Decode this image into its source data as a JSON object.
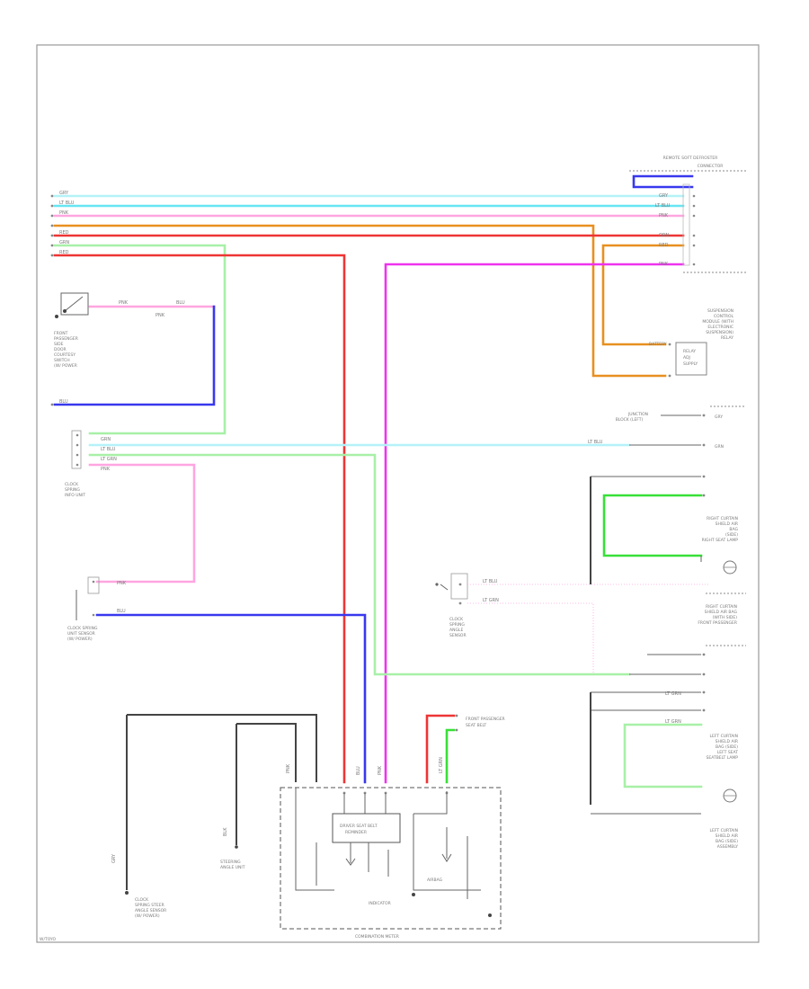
{
  "page_code": "W/TOYO",
  "bottom_caption": "COMBINATION METER",
  "colors": {
    "cyan": "#66e6f2",
    "light_cyan": "#b4f2f8",
    "magenta": "#ee33ee",
    "pink": "#ffa5e0",
    "red": "#ee3535",
    "orange": "#e89020",
    "green": "#38e038",
    "light_green": "#a8f0a8",
    "blue": "#3838ee",
    "frame": "#888888"
  },
  "components": [
    {
      "name": "upper-right-connector",
      "lines": [
        "REMOTE SOFT DEFROSTER",
        "CONNECTOR"
      ]
    },
    {
      "name": "door-switch",
      "lines": [
        "FRONT",
        "PASSENGER",
        "SIDE",
        "DOOR",
        "COURTESY",
        "SWITCH",
        "(W/ POWER"
      ]
    },
    {
      "name": "relay-module",
      "lines": [
        "SUSPENSION",
        "CONTROL",
        "MODULE (WITH",
        "ELECTRONIC",
        "SUSPENSION)",
        "RELAY",
        "BATTERY"
      ]
    },
    {
      "name": "relay-module-sub",
      "lines": [
        "RELAY",
        "ADJ",
        "SUPPLY"
      ]
    },
    {
      "name": "upper-splice",
      "lines": [
        "JUNCTION",
        "BLOCK (LEFT)"
      ]
    },
    {
      "name": "left-connector-a",
      "lines": [
        "CLOCK",
        "SPRING",
        "INFO UNIT"
      ]
    },
    {
      "name": "right-lamp-upper",
      "lines": [
        "RIGHT CURTAIN",
        "SHIELD AIR",
        "BAG",
        "(SIDE)",
        "RIGHT SEAT LAMP"
      ]
    },
    {
      "name": "center-sensor",
      "lines": [
        "CLOCK",
        "SPRING",
        "ANGLE",
        "SENSOR"
      ]
    },
    {
      "name": "right-lamp-mid",
      "lines": [
        "RIGHT CURTAIN",
        "SHIELD AIR BAG",
        "(WITH SIDE)",
        "FRONT PASSENGER"
      ]
    },
    {
      "name": "left-lower-module",
      "lines": [
        "CLOCK SPRING",
        "UNIT SENSOR",
        "(W/ POWER)"
      ]
    },
    {
      "name": "left-bottom-sensor",
      "lines": [
        "CLOCK",
        "SPRING STEER",
        "ANGLE SENSOR",
        "(W/ POWER)"
      ]
    },
    {
      "name": "mid-bottom-module",
      "lines": [
        "STEERING",
        "ANGLE UNIT"
      ]
    },
    {
      "name": "meter-connector",
      "lines": [
        "FRONT PASSENGER",
        "SEAT BELT"
      ]
    },
    {
      "name": "right-lamp-lower",
      "lines": [
        "LEFT CURTAIN",
        "SHIELD AIR",
        "BAG (SIDE)",
        "LEFT SEAT",
        "SEATBELT LAMP"
      ]
    },
    {
      "name": "right-lamp-bottom",
      "lines": [
        "LEFT CURTAIN",
        "SHIELD AIR",
        "BAG (SIDE)",
        "ASSEMBLY"
      ]
    },
    {
      "name": "meter-inner",
      "lines": [
        "DRIVER SEAT BELT",
        "REMINDER"
      ]
    },
    {
      "name": "meter-label",
      "lines": [
        "AIRBAG",
        "INDICATOR"
      ]
    }
  ],
  "wire_labels": {
    "top_bus": [
      "GRY",
      "LT BLU",
      "PNK",
      "RED",
      "GRN",
      "RED"
    ],
    "right_bus": [
      "GRY",
      "LT BLU",
      "PNK",
      "ORN",
      "RED",
      "PNK"
    ],
    "switch": [
      "PNK",
      "PNK",
      "BLU"
    ],
    "side": [
      "BLU",
      "GRN",
      "LT BLU",
      "LT GRN",
      "PNK"
    ],
    "middle": [
      "LT BLU",
      "LT GRN",
      "PNK",
      "BLU"
    ],
    "right_side": [
      "LT BLU",
      "GRY",
      "GRN",
      "LT GRN",
      "LT GRN"
    ],
    "bottom": [
      "GRY",
      "BLK",
      "PNK",
      "BLU",
      "PNK",
      "LT GRN"
    ]
  }
}
